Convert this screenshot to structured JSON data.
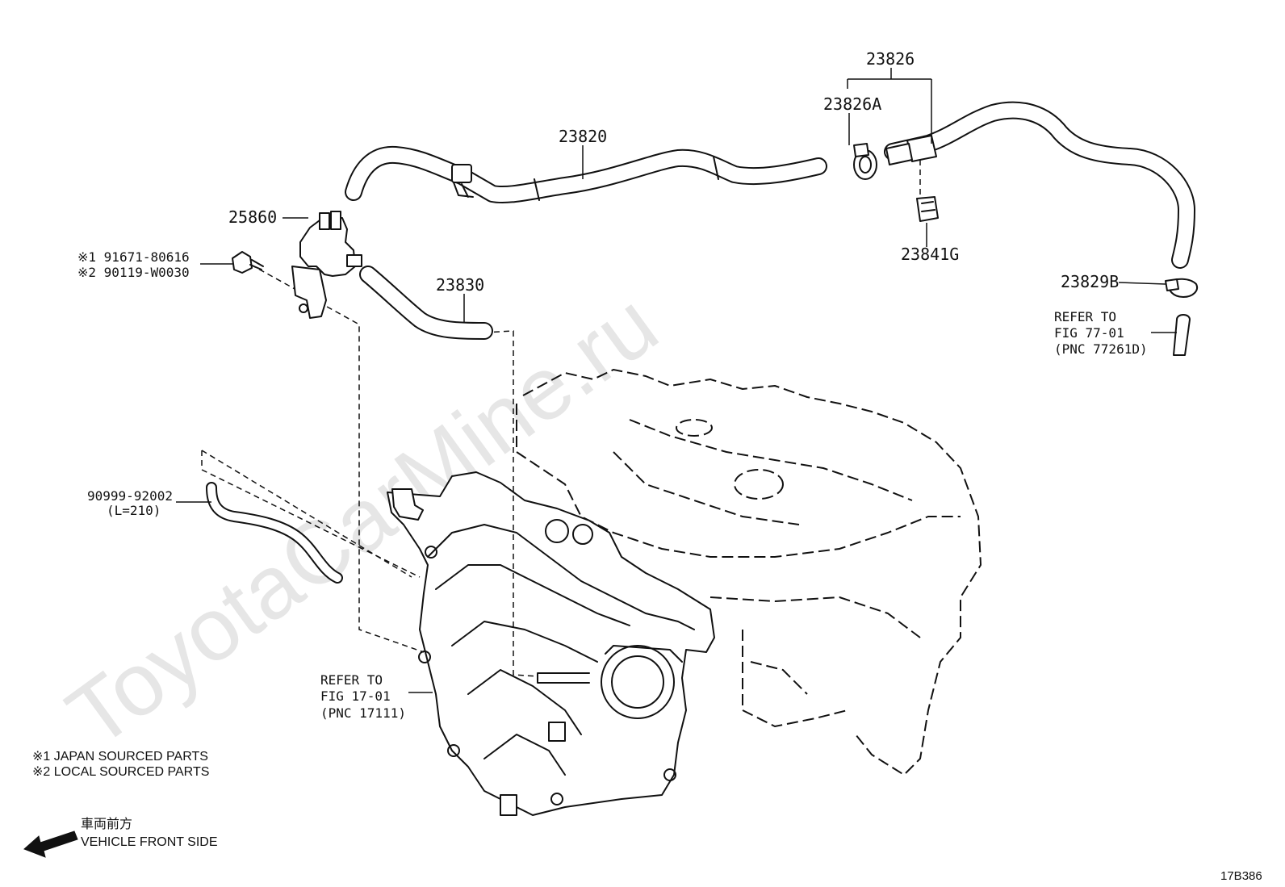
{
  "watermark": "ToyotaCarMine.ru",
  "figure_id": "17B386",
  "parts": {
    "p23826": "23826",
    "p23826A": "23826A",
    "p23820": "23820",
    "p25860": "25860",
    "p23841G": "23841G",
    "p23829B": "23829B",
    "p23830": "23830",
    "bolt_jp": "※1 91671-80616",
    "bolt_local": "※2 90119-W0030",
    "hose_pn": "90999-92002",
    "hose_len": "(L=210)"
  },
  "refs": {
    "fig77": {
      "line1": "REFER TO",
      "line2": "FIG 77-01",
      "line3": "(PNC 77261D)"
    },
    "fig17": {
      "line1": "REFER TO",
      "line2": "FIG 17-01",
      "line3": "(PNC 17111)"
    }
  },
  "legend": {
    "jp": "※1  JAPAN SOURCED PARTS",
    "local": "※2  LOCAL SOURCED PARTS"
  },
  "direction": {
    "jp_text": "車両前方",
    "en_text": "VEHICLE FRONT SIDE"
  },
  "icons": {
    "direction_arrow": "arrow-left-icon"
  }
}
